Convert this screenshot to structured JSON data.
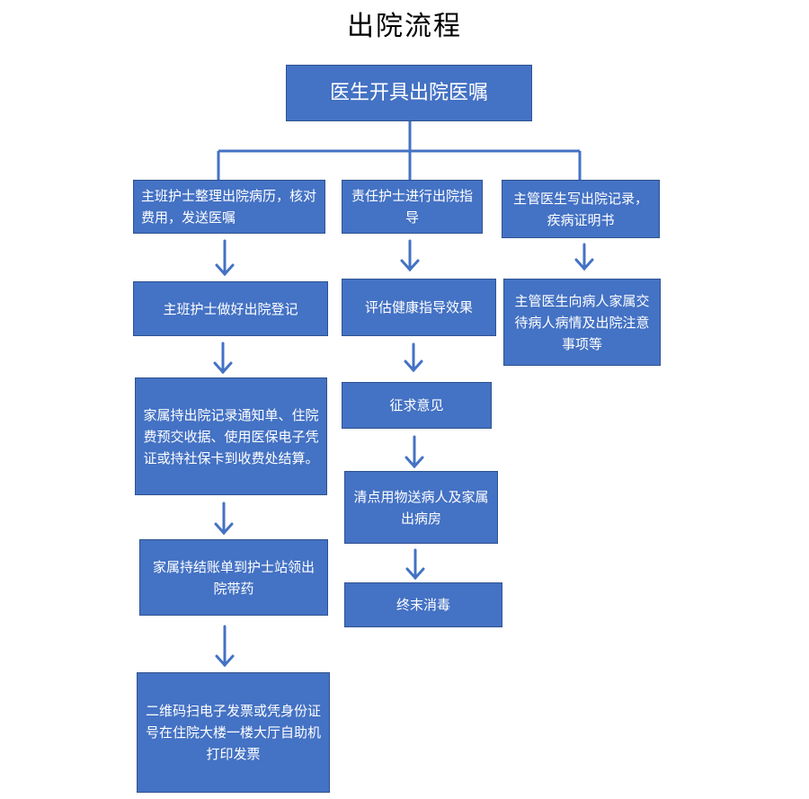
{
  "title": "出院流程",
  "colors": {
    "box_fill": "#4472c4",
    "box_border": "#2f528f",
    "line": "#4472c4",
    "text": "#ffffff"
  },
  "top": "医生开具出院医嘱",
  "left": [
    "主班护士整理出院病历，核对费用，发送医嘱",
    "主班护士做好出院登记",
    "家属持出院记录通知单、住院费预交收据、使用医保电子凭证或持社保卡到收费处结算。",
    "家属持结账单到护士站领出院带药",
    "二维码扫电子发票或凭身份证号在住院大楼一楼大厅自助机打印发票"
  ],
  "middle": [
    "责任护士进行出院指导",
    "评估健康指导效果",
    "征求意见",
    "清点用物送病人及家属出病房",
    "终末消毒"
  ],
  "right": [
    "主管医生写出院记录，疾病证明书",
    "主管医生向病人家属交待病人病情及出院注意事项等"
  ]
}
